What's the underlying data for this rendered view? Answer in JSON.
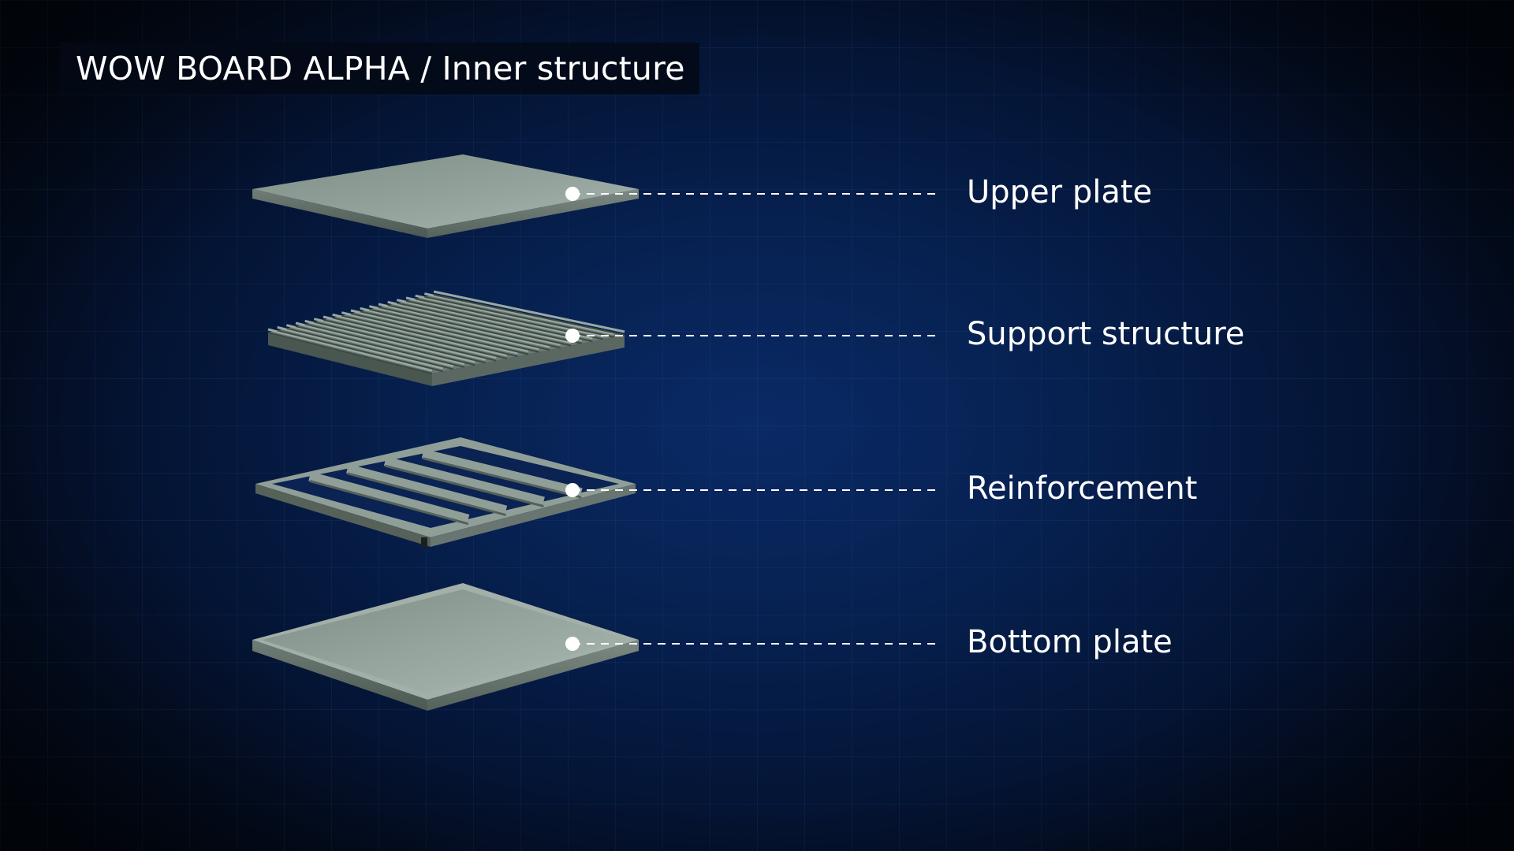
{
  "title": "WOW BOARD ALPHA / Inner structure",
  "colors": {
    "background_center": "#0a2a66",
    "background_edge": "#02060f",
    "plate_top": "#8a9a93",
    "plate_edge": "#5f6d66",
    "leader_line": "#ffffff"
  },
  "layers": [
    {
      "label": "Upper plate",
      "icon": "flat-plate"
    },
    {
      "label": "Support structure",
      "icon": "corrugated-core"
    },
    {
      "label": "Reinforcement",
      "icon": "frame-grid"
    },
    {
      "label": "Bottom plate",
      "icon": "tray-plate"
    }
  ]
}
